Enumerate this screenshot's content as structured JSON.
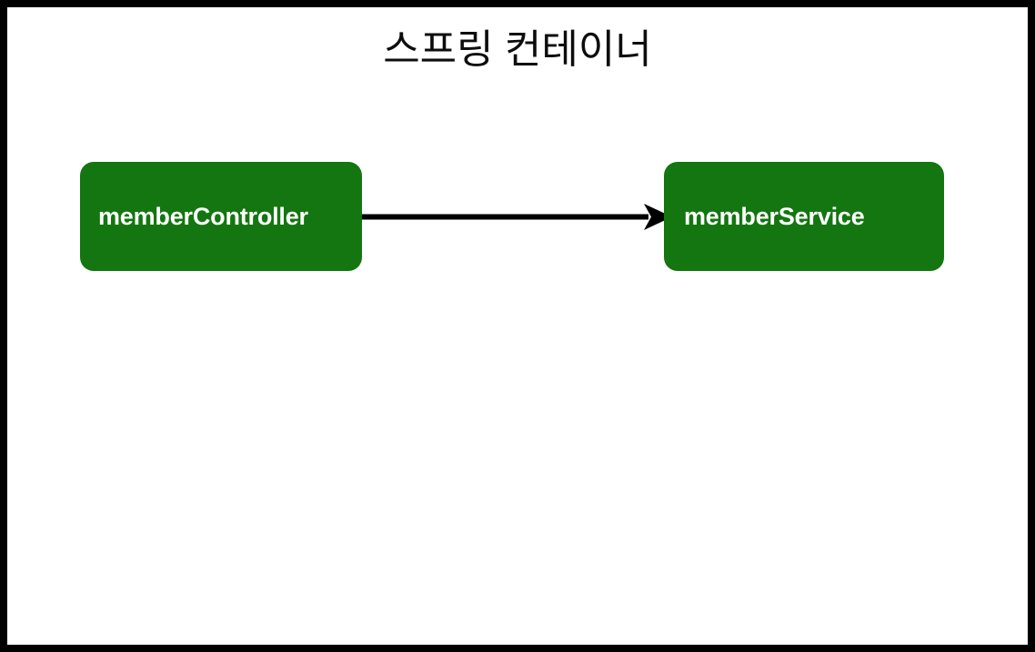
{
  "diagram": {
    "title": "스프링 컨테이너",
    "background_color": "#ffffff",
    "frame_color": "#000000",
    "node_fill_color": "#137610",
    "node_text_color": "#ffffff",
    "edge_color": "#000000",
    "nodes": [
      {
        "id": "memberController",
        "label": "memberController"
      },
      {
        "id": "memberService",
        "label": "memberService"
      }
    ],
    "edges": [
      {
        "from": "memberController",
        "to": "memberService",
        "style": "solid-arrow",
        "direction": "right",
        "label": ""
      }
    ]
  }
}
